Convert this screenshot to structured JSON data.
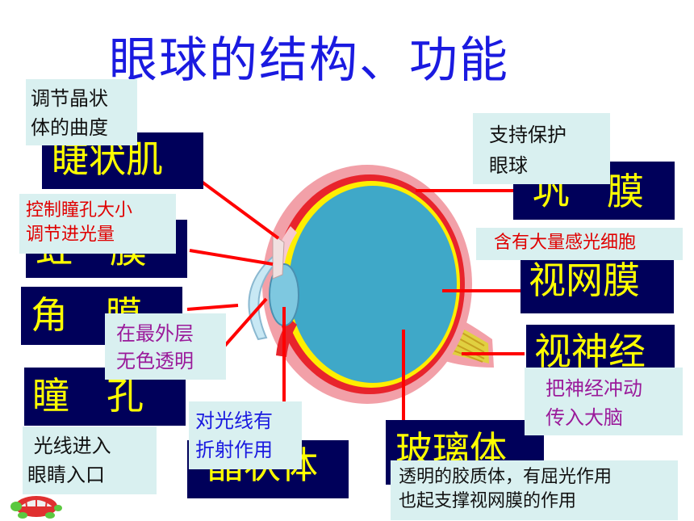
{
  "title": "眼球的结构、功能",
  "parts": {
    "ciliary": "睫状肌",
    "iris": "虹　膜",
    "cornea": "角　膜",
    "pupil": "瞳　孔",
    "lens": "晶状体",
    "sclera": "巩　膜",
    "retina": "视网膜",
    "optic_nerve": "视神经",
    "vitreous": "玻璃体"
  },
  "notes": {
    "ciliary": "调节晶状\n体的曲度",
    "iris": "控制瞳孔大小\n调节进光量",
    "cornea": "在最外层\n无色透明",
    "pupil": " 光线进入\n眼睛入口",
    "lens": "对光线有\n折射作用",
    "sclera": "支持保护\n眼球",
    "retina": "含有大量感光细胞",
    "optic_nerve": "把神经冲动\n传入大脑",
    "vitreous": "透明的胶质体，有屈光作用\n也起支撑视网膜的作用"
  },
  "colors": {
    "title": "#1a1ae0",
    "label_bg": "#00005a",
    "label_text": "#ffff00",
    "note_bg": "#d9f0f0",
    "eyeball": "#3fa8c8",
    "retina_line": "#ffee00",
    "choroid": "#e8242c",
    "sclera": "#f2a0a8",
    "pointer": "#ff0000"
  }
}
